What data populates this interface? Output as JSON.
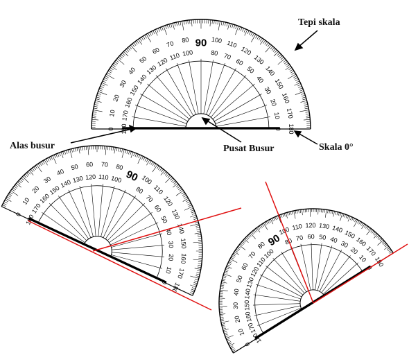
{
  "labels": {
    "tepi_skala": "Tepi skala",
    "alas_busur": "Alas busur",
    "pusat_busur": "Pusat Busur",
    "skala_nol": "Skala 0°"
  },
  "protractor": {
    "outer_scale": [
      "0",
      "10",
      "20",
      "30",
      "40",
      "50",
      "60",
      "70",
      "80",
      "90",
      "100",
      "110",
      "120",
      "130",
      "140",
      "150",
      "160",
      "170",
      "180"
    ],
    "inner_scale": [
      "180",
      "170",
      "160",
      "150",
      "140",
      "130",
      "120",
      "110",
      "100",
      "90",
      "80",
      "70",
      "60",
      "50",
      "40",
      "30",
      "20",
      "10",
      "0"
    ],
    "middle_label": "90"
  },
  "colors": {
    "ink": "#000000",
    "measure_line": "#e01010"
  }
}
